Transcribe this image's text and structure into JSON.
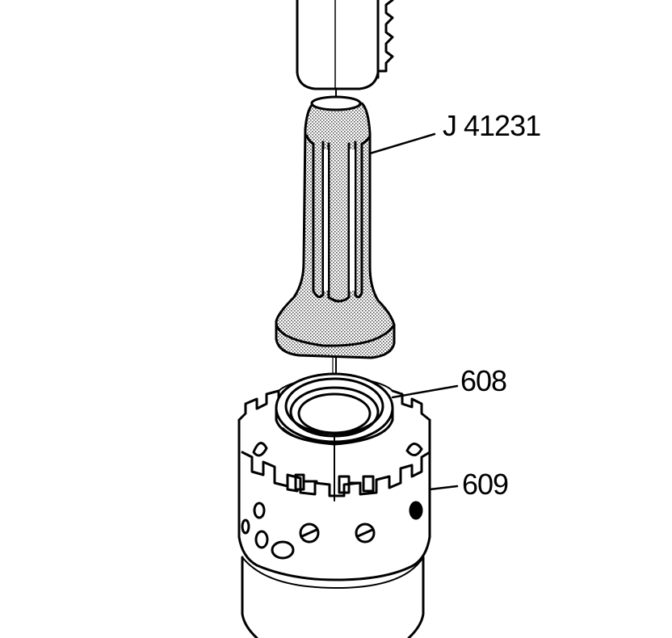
{
  "callouts": {
    "tool": "J 41231",
    "seal": "608",
    "housing": "609"
  },
  "colors": {
    "line": "#000000",
    "background": "#ffffff",
    "stipple": "#8a8a8a"
  }
}
